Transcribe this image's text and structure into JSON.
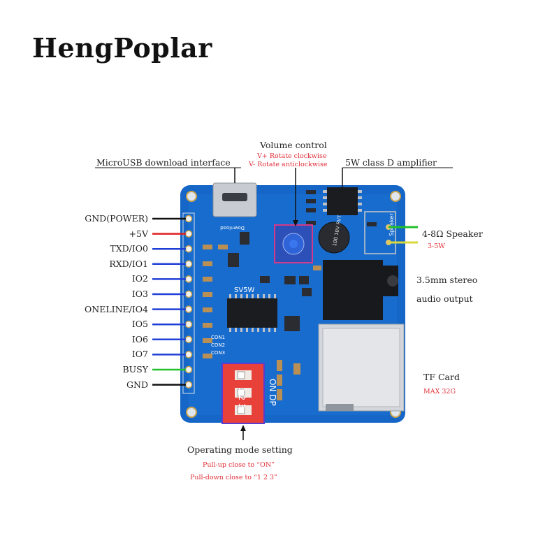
{
  "brand": "HengPoplar",
  "pins": [
    {
      "label": "GND(POWER)",
      "color": "#111111"
    },
    {
      "label": "+5V",
      "color": "#e02020"
    },
    {
      "label": "TXD/IO0",
      "color": "#1f3fd6"
    },
    {
      "label": "RXD/IO1",
      "color": "#1f3fd6"
    },
    {
      "label": "IO2",
      "color": "#1f3fd6"
    },
    {
      "label": "IO3",
      "color": "#1f3fd6"
    },
    {
      "label": "ONELINE/IO4",
      "color": "#1f3fd6"
    },
    {
      "label": "IO5",
      "color": "#1f3fd6"
    },
    {
      "label": "IO6",
      "color": "#1f3fd6"
    },
    {
      "label": "IO7",
      "color": "#1f3fd6"
    },
    {
      "label": "BUSY",
      "color": "#22c02a"
    },
    {
      "label": "GND",
      "color": "#111111"
    }
  ],
  "callouts": {
    "volume_title": "Volume control",
    "volume_up": "V+ Rotate clockwise",
    "volume_down": "V- Rotate anticlockwise",
    "usb": "MicroUSB download interface",
    "amplifier": "5W class D amplifier",
    "speaker": "4-8Ω Speaker",
    "speaker_power": "3-5W",
    "audio_line1": "3.5mm stereo",
    "audio_line2": "audio output",
    "tf_card": "TF Card",
    "tf_max": "MAX 32G",
    "mode_title": "Operating mode setting",
    "mode_up": "Pull-up close to “ON”",
    "mode_down": "Pull-down close to “1 2 3”"
  },
  "board": {
    "chip_label": "SV5W",
    "download_label": "Download",
    "capacitor_text": "100 10V RVT",
    "speaker_silk": "Speaker",
    "dip_on": "ON DP",
    "dip_nums": "1 2 3",
    "con_labels": [
      "CON1",
      "CON2",
      "CON3"
    ],
    "colors": {
      "pcb": "#1566c7",
      "pcb_dark": "#0b4a9a",
      "dip": "#e8413a"
    }
  }
}
